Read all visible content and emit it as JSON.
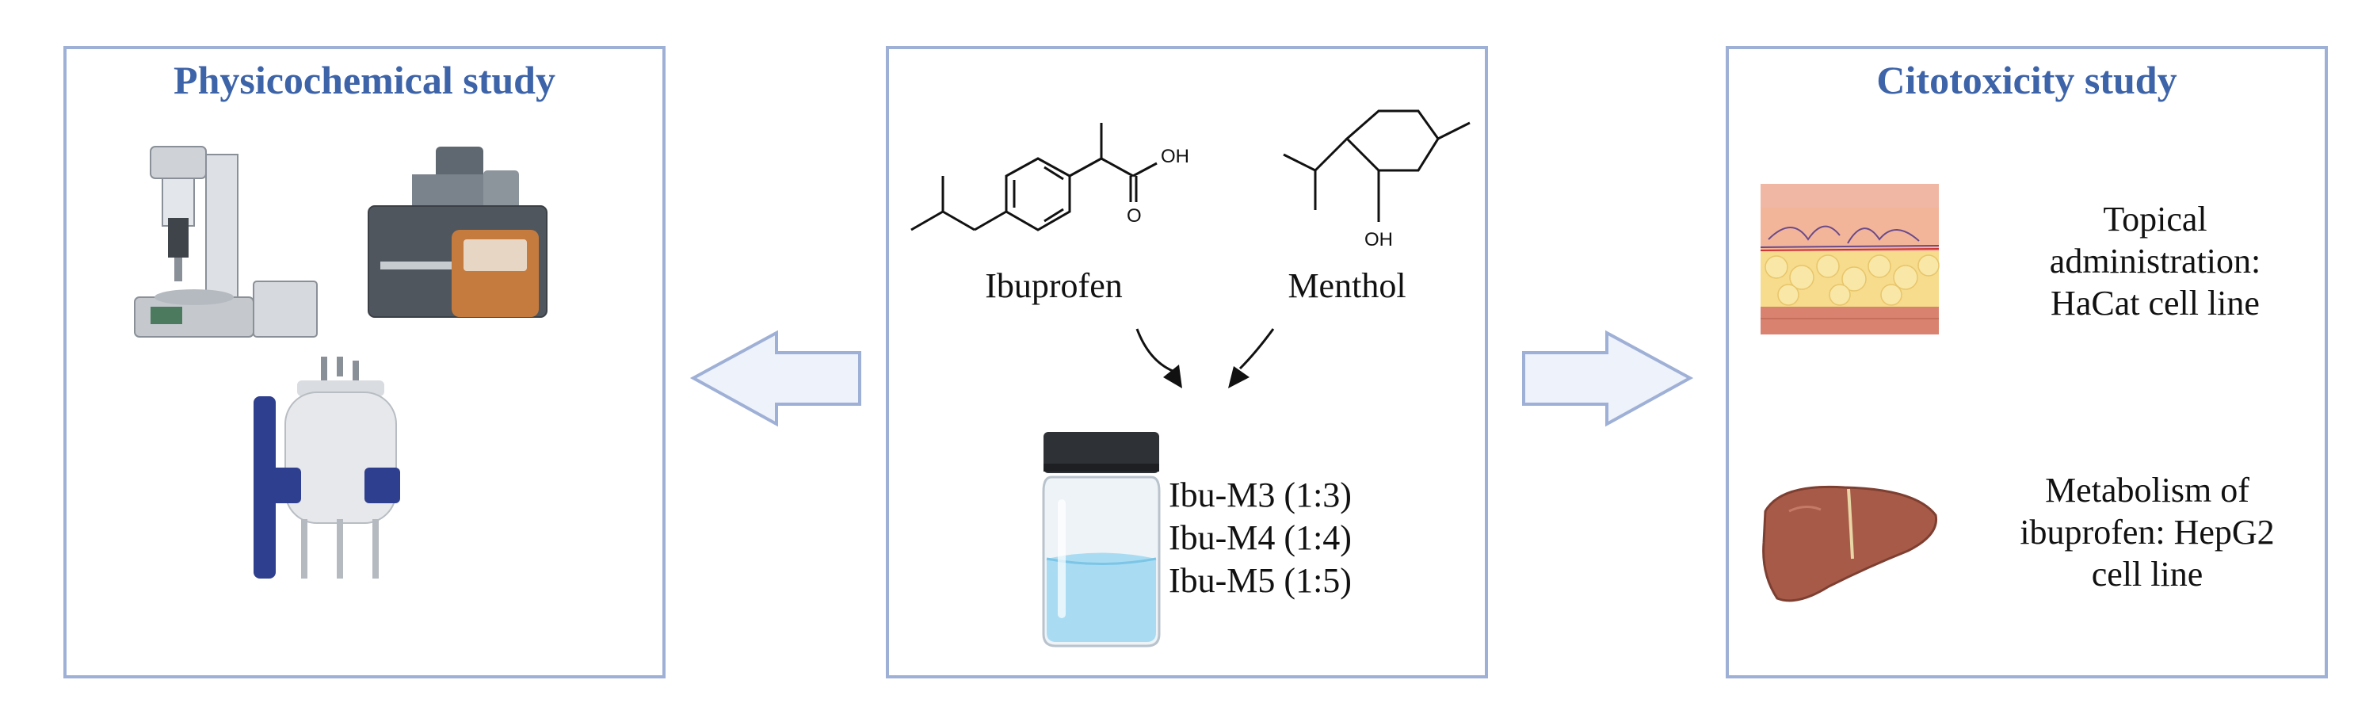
{
  "left_panel": {
    "title": "Physicochemical study"
  },
  "middle_panel": {
    "molecule_1": {
      "name": "Ibuprofen",
      "atom_oh": "OH",
      "atom_o": "O"
    },
    "molecule_2": {
      "name": "Menthol",
      "atom_oh": "OH"
    },
    "mixtures": [
      "Ibu-M3 (1:3)",
      "Ibu-M4 (1:4)",
      "Ibu-M5 (1:5)"
    ]
  },
  "right_panel": {
    "title": "Citotoxicity study",
    "items": [
      {
        "icon": "skin-icon",
        "lines": [
          "Topical",
          "administration:",
          "HaCat cell line"
        ]
      },
      {
        "icon": "liver-icon",
        "lines": [
          "Metabolism of",
          "ibuprofen: HepG2",
          "cell line"
        ]
      }
    ]
  },
  "colors": {
    "panel_border": "#9fb0d6",
    "title": "#3d63a8",
    "arrow_fill": "#edf2fb",
    "arrow_stroke": "#9fb0d6"
  }
}
